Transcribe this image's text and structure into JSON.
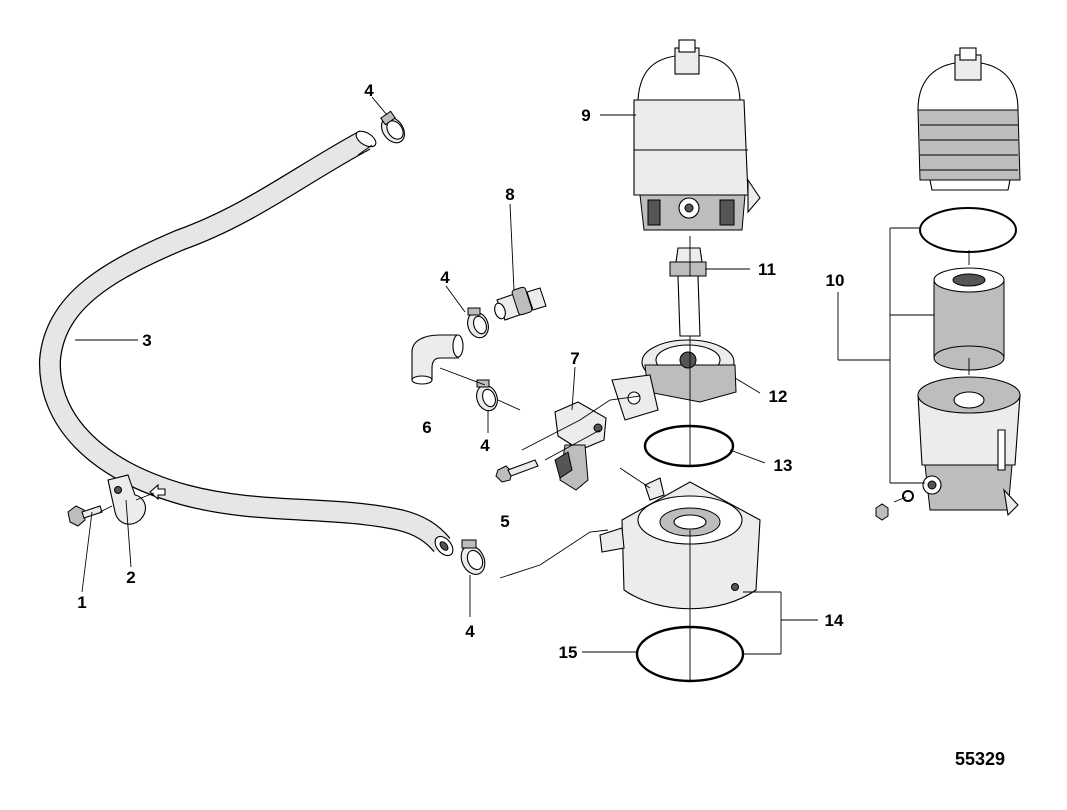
{
  "diagram": {
    "document_number": "55329",
    "callouts": {
      "c1": "1",
      "c2": "2",
      "c3": "3",
      "c4a": "4",
      "c4b": "4",
      "c4c": "4",
      "c4d": "4",
      "c5": "5",
      "c6": "6",
      "c7": "7",
      "c8": "8",
      "c9": "9",
      "c10": "10",
      "c11": "11",
      "c12": "12",
      "c13": "13",
      "c14": "14",
      "c15": "15"
    }
  }
}
